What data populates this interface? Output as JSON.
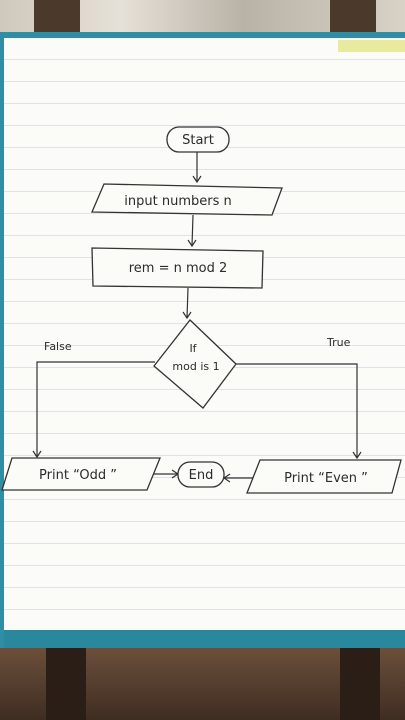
{
  "flowchart": {
    "start": "Start",
    "input": "input numbers  n",
    "process": "rem  =  n mod 2",
    "decision_line1": "If",
    "decision_line2": "mod is 1",
    "false_label": "False",
    "true_label": "True",
    "odd_output": "Print  “Odd ”",
    "even_output": "Print “Even ”",
    "end": "End"
  },
  "colors": {
    "notebook_cover": "#2f8ea3",
    "paper": "#fbfbf8",
    "ink": "#333333"
  }
}
